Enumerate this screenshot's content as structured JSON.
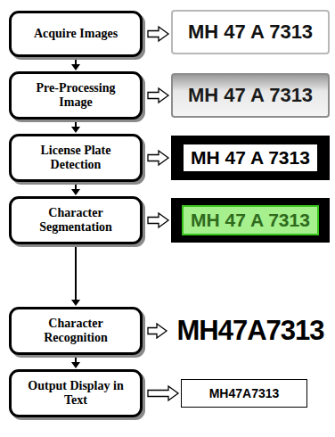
{
  "diagram": {
    "nodes": [
      {
        "text": [
          "Acquire Images"
        ]
      },
      {
        "text": [
          "MH 47 A 7313"
        ]
      },
      {
        "text": [
          "Pre-Processing Image"
        ]
      },
      {
        "text": [
          "MH 47 A 7313"
        ]
      },
      {
        "text": [
          "License Plate Detection"
        ]
      },
      {
        "text": [
          "MH 47 A 7313"
        ]
      },
      {
        "text": [
          "Character Segmentation"
        ]
      },
      {
        "text": [
          "MH 47 A 7313"
        ]
      },
      {
        "text": [
          "Character Recognition"
        ]
      },
      {
        "text": [
          "MH47A7313"
        ]
      },
      {
        "text": [
          "Output Display in Text"
        ]
      },
      {
        "text": [
          "MH47A7313"
        ]
      }
    ],
    "edges": [
      {
        "from": 0,
        "to": 1,
        "arrow": "to"
      },
      {
        "from": 0,
        "to": 2,
        "arrow": "to"
      },
      {
        "from": 2,
        "to": 3,
        "arrow": "to"
      },
      {
        "from": 2,
        "to": 4,
        "arrow": "to"
      },
      {
        "from": 4,
        "to": 5,
        "arrow": "to"
      },
      {
        "from": 4,
        "to": 6,
        "arrow": "to"
      },
      {
        "from": 6,
        "to": 7,
        "arrow": "to"
      },
      {
        "from": 6,
        "to": 8,
        "arrow": "to"
      },
      {
        "from": 8,
        "to": 9,
        "arrow": "to"
      },
      {
        "from": 8,
        "to": 10,
        "arrow": "to"
      },
      {
        "from": 10,
        "to": 11,
        "arrow": "to"
      }
    ]
  }
}
